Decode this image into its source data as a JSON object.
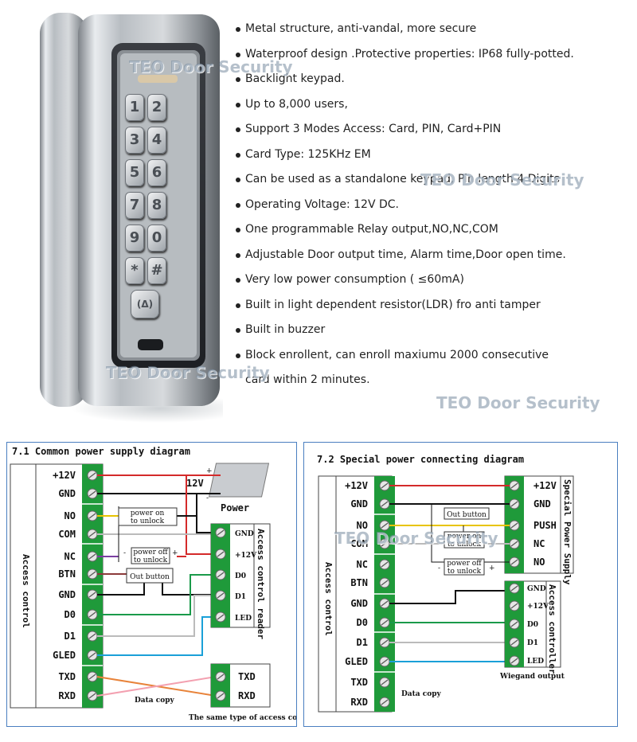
{
  "watermark": "TEO Door Security",
  "keypad": {
    "keys": [
      "1",
      "2",
      "3",
      "4",
      "5",
      "6",
      "7",
      "8",
      "9",
      "0",
      "*",
      "#"
    ],
    "bell": "🔔"
  },
  "features": [
    "Metal structure, anti-vandal, more secure",
    "Waterproof design .Protective properties: IP68 fully-potted.",
    "Backlight keypad.",
    "Up to 8,000 users,",
    "Support 3 Modes Access: Card, PIN, Card+PIN",
    "Card Type: 125KHz EM",
    "Can be used as a standalone keypad, Pin length 4 Digits",
    "Operating Voltage: 12V DC.",
    "One programmable Relay output,NO,NC,COM",
    "Adjustable Door output time, Alarm time,Door open time.",
    "Very low power consumption ( ≤60mA)",
    "Built in light dependent resistor(LDR) fro anti tamper",
    "Built in buzzer",
    "Block enrollent, can enroll maxiumu 2000 consecutive"
  ],
  "feature_continuation": "card within 2 minutes.",
  "diagram1": {
    "title": "7.1 Common power supply diagram",
    "side_label": "Access control",
    "terminals": [
      "+12V",
      "GND",
      "NO",
      "COM",
      "NC",
      "BTN",
      "GND",
      "D0",
      "D1",
      "GLED",
      "TXD",
      "RXD"
    ],
    "psu_label": "Power",
    "psu_voltage": "12V",
    "plus": "+",
    "minus": "-",
    "power_on_unlock": [
      "power on",
      "to unlock"
    ],
    "power_off_unlock": [
      "power off",
      "to unlock"
    ],
    "out_button": "Out button",
    "reader_terminals": [
      "GND",
      "+12V",
      "D0",
      "D1",
      "LED"
    ],
    "reader_label": "Access control reader",
    "copy_terminals": [
      "TXD",
      "RXD"
    ],
    "data_copy": "Data copy",
    "same_type": "The same type of access control"
  },
  "diagram2": {
    "title": "7.2 Special power connecting diagram",
    "side_label": "Access control",
    "terminals": [
      "+12V",
      "GND",
      "NO",
      "COM",
      "NC",
      "BTN",
      "GND",
      "D0",
      "D1",
      "GLED",
      "TXD",
      "RXD"
    ],
    "psu_terminals": [
      "+12V",
      "GND",
      "PUSH",
      "NC",
      "NO"
    ],
    "psu_label": "Special Power Supply",
    "out_button": "Out button",
    "power_on_unlock": [
      "power on",
      "to unlock"
    ],
    "power_off_unlock": [
      "power off",
      "to unlock"
    ],
    "minus": "-",
    "plus": "+",
    "controller_terminals": [
      "GND",
      "+12V",
      "D0",
      "D1",
      "LED"
    ],
    "controller_label": "Access controller",
    "wiegand_output": "Wiegand output",
    "data_copy": "Data copy"
  },
  "colors": {
    "panel_border": "#4a7fc0",
    "terminal_green": "#1f9a3a",
    "wire_red": "#d42a2a",
    "wire_black": "#111111",
    "wire_yellow": "#e8c400",
    "wire_purple": "#7b3fa0",
    "wire_brown": "#8b3a3a",
    "wire_green": "#1a9a4a",
    "wire_gray": "#bbbbbb",
    "wire_blue": "#1aa0d8",
    "wire_orange": "#e8833a",
    "wire_pink": "#f3a0b0"
  }
}
